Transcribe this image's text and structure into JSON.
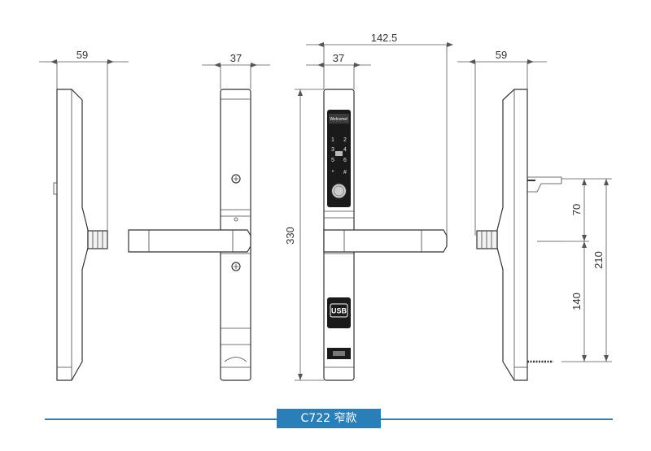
{
  "dimensions": {
    "side_left_width": "59",
    "front_width": "37",
    "total_length": "142.5",
    "keypad_width": "37",
    "side_right_width": "59",
    "height": "330",
    "upper_spacing": "70",
    "mount_spacing": "210",
    "lower_spacing": "140"
  },
  "lock_face": {
    "screen_text": "Welcome!",
    "keys": [
      "1",
      "2",
      "3",
      "4",
      "5",
      "6",
      "*",
      "#"
    ],
    "usb_label": "USB"
  },
  "footer": {
    "model_label": "C722 窄款"
  },
  "colors": {
    "accent": "#2a7fb8",
    "panel": "#1a1a1a"
  }
}
